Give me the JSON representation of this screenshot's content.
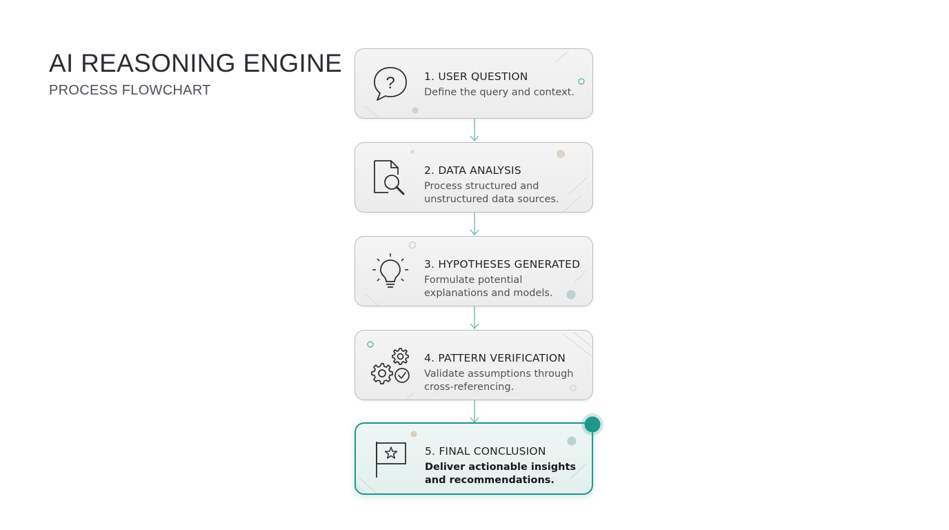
{
  "header": {
    "title": "AI REASONING ENGINE",
    "subtitle": "PROCESS FLOWCHART"
  },
  "steps": [
    {
      "label": "1. USER QUESTION",
      "description": "Define the query and context.",
      "icon": "speech-bubble-question-icon"
    },
    {
      "label": "2. DATA ANALYSIS",
      "description": "Process structured and unstructured data sources.",
      "icon": "document-magnifier-icon"
    },
    {
      "label": "3. HYPOTHESES GENERATED",
      "description": "Formulate potential explanations and models.",
      "icon": "lightbulb-icon"
    },
    {
      "label": "4. PATTERN VERIFICATION",
      "description": "Validate assumptions through cross-referencing.",
      "icon": "gears-check-icon"
    },
    {
      "label": "5. FINAL CONCLUSION",
      "description": "Deliver actionable insights and recommendations.",
      "icon": "flag-star-icon"
    }
  ],
  "colors": {
    "accent": "#1e9688",
    "arrow": "#7fbfb8",
    "box_border": "#b9bcbf",
    "box_fill": "#f0f0f0"
  }
}
